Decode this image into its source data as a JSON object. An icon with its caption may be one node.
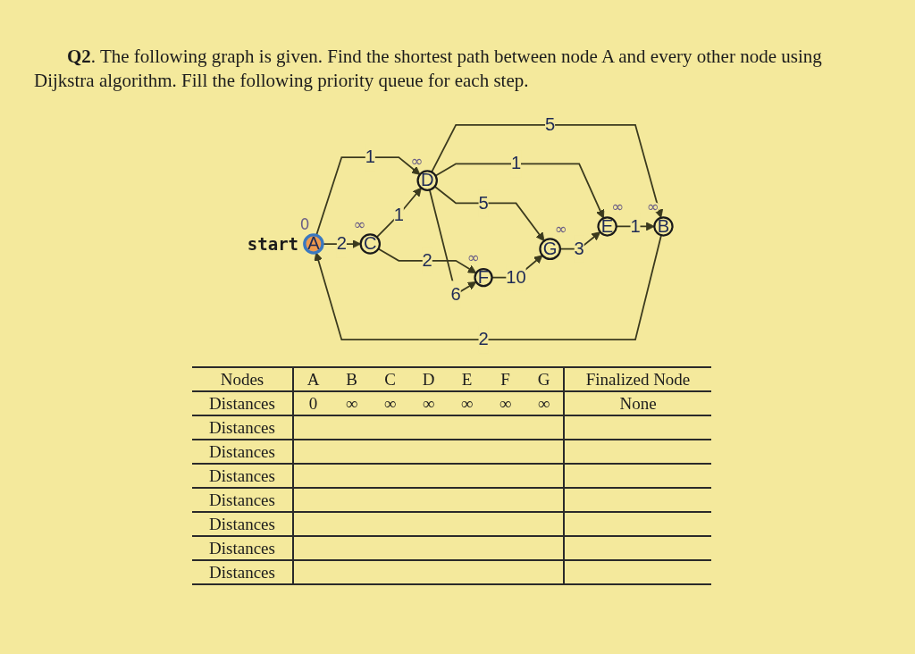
{
  "diagram": {
    "title": "**Q2**. The following graph is given. Find the shortest path between node A and every other node using Dijkstra algorithm. Fill the following priority queue for each step.",
    "nodes": [
      {
        "text": [
          "A"
        ],
        "beside": [
          "0",
          "start"
        ]
      },
      {
        "text": [
          "B"
        ],
        "beside": [
          "∞"
        ]
      },
      {
        "text": [
          "C"
        ],
        "beside": [
          "∞"
        ]
      },
      {
        "text": [
          "D"
        ],
        "beside": [
          "∞"
        ]
      },
      {
        "text": [
          "E"
        ],
        "beside": [
          "∞"
        ]
      },
      {
        "text": [
          "F"
        ],
        "beside": [
          "∞"
        ]
      },
      {
        "text": [
          "G"
        ],
        "beside": [
          "∞"
        ]
      }
    ],
    "edges": [
      {
        "from": 1,
        "to": 0,
        "arrow": "to",
        "label": "2"
      },
      {
        "from": 0,
        "to": 2,
        "arrow": "to",
        "label": "2"
      },
      {
        "from": 0,
        "to": 3,
        "arrow": "to",
        "label": "1"
      },
      {
        "from": 3,
        "to": 1,
        "arrow": "to",
        "label": "5"
      },
      {
        "from": 4,
        "to": 1,
        "arrow": "to",
        "label": "1"
      },
      {
        "from": 3,
        "to": 4,
        "arrow": "to",
        "label": "1"
      },
      {
        "from": 2,
        "to": 3,
        "arrow": "to",
        "label": "1"
      },
      {
        "from": 2,
        "to": 5,
        "arrow": "to",
        "label": "2"
      },
      {
        "from": 3,
        "to": 5,
        "arrow": "to",
        "label": "6"
      },
      {
        "from": 3,
        "to": 6,
        "arrow": "to",
        "label": "5"
      },
      {
        "from": 6,
        "to": 4,
        "arrow": "to",
        "label": "3"
      },
      {
        "from": 5,
        "to": 6,
        "arrow": "to",
        "label": "10"
      }
    ],
    "labels": [
      "Nodes",
      "A",
      "B",
      "C",
      "D",
      "E",
      "F",
      "G",
      "Finalized Node",
      "Distances",
      "0",
      "∞",
      "∞",
      "∞",
      "∞",
      "∞",
      "∞",
      "None",
      "Distances",
      "Distances",
      "Distances",
      "Distances",
      "Distances",
      "Distances",
      "Distances"
    ]
  }
}
